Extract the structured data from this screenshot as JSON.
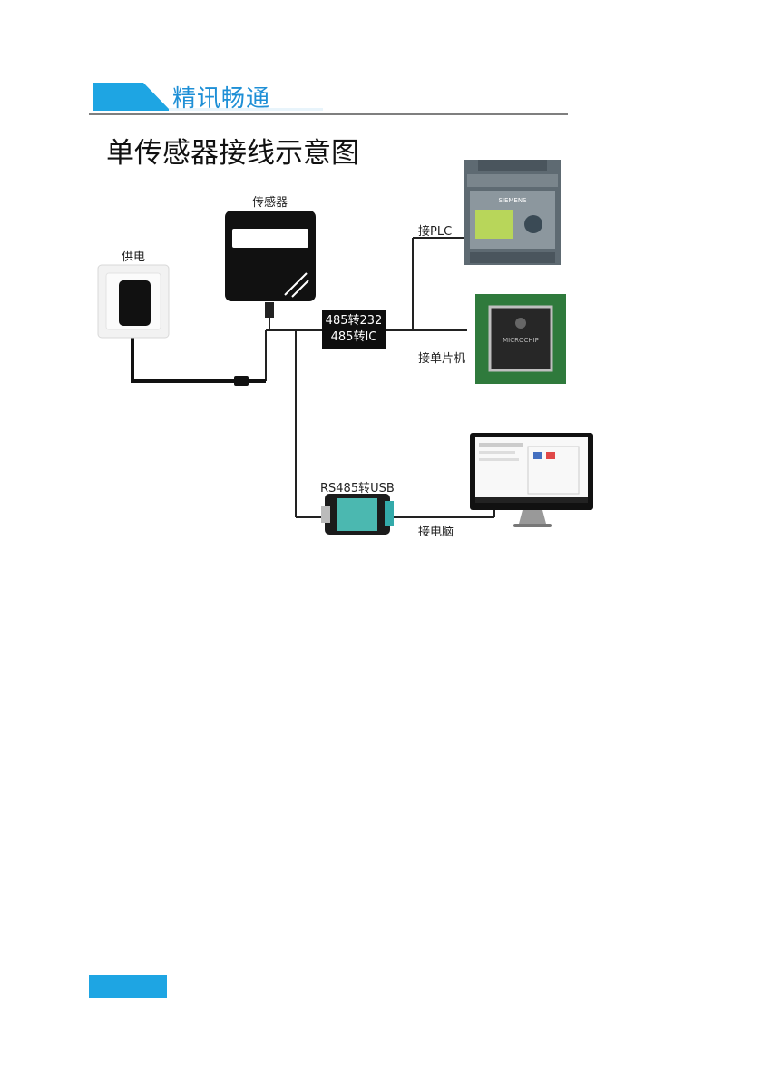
{
  "header": {
    "brand": "精讯畅通",
    "accent_color": "#1ea5e3"
  },
  "diagram": {
    "title": "单传感器接线示意图",
    "nodes": {
      "sensor": "传感器",
      "power": "供电",
      "converter_line1": "485转232",
      "converter_line2": "485转IC",
      "usb_converter": "RS485转USB",
      "plc_label": "接PLC",
      "mcu_label": "接单片机",
      "pc_label": "接电脑",
      "plc_brand": "SIEMENS",
      "chip_brand": "MICROCHIP"
    }
  }
}
